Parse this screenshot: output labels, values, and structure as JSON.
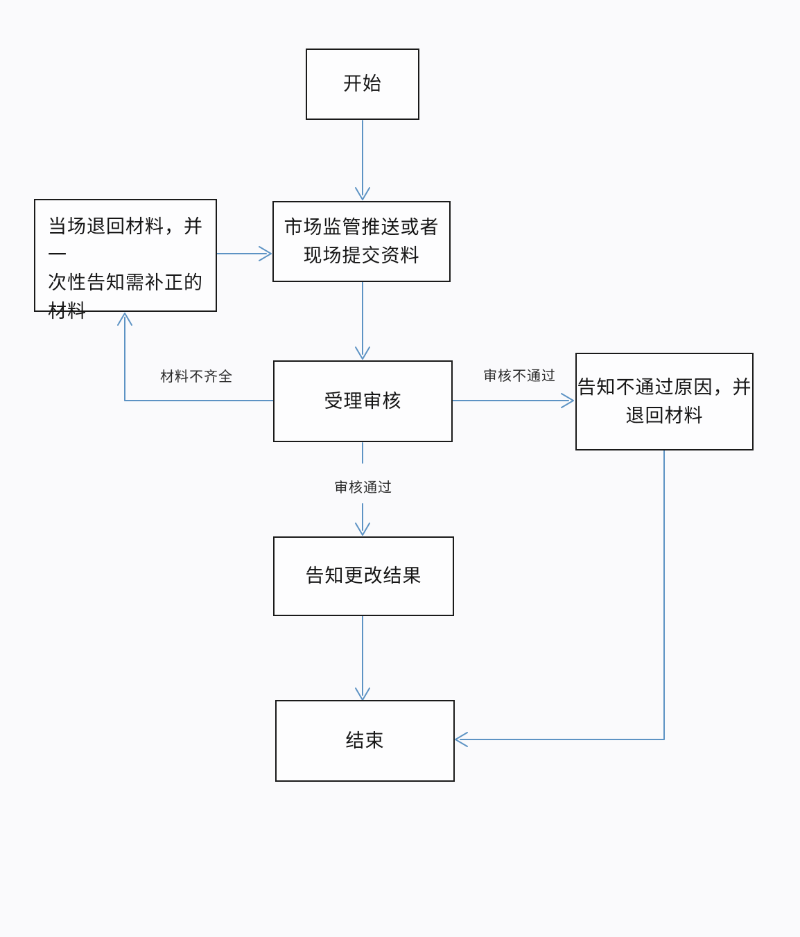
{
  "diagram": {
    "title": "change-registration-review-flowchart",
    "nodes": {
      "start": {
        "label": "开始"
      },
      "submit": {
        "label": "市场监管推送或者\n现场提交资料"
      },
      "return_materials": {
        "label": "当场退回材料，并一\n次性告知需补正的\n材料"
      },
      "review": {
        "label": "受理审核"
      },
      "reject_notice": {
        "label": "告知不通过原因，并\n退回材料"
      },
      "notify_result": {
        "label": "告知更改结果"
      },
      "end": {
        "label": "结束"
      }
    },
    "edges": [
      {
        "from": "start",
        "to": "submit",
        "label": ""
      },
      {
        "from": "return_materials",
        "to": "submit",
        "label": ""
      },
      {
        "from": "submit",
        "to": "review",
        "label": ""
      },
      {
        "from": "review",
        "to": "return_materials",
        "label": "材料不齐全"
      },
      {
        "from": "review",
        "to": "reject_notice",
        "label": "审核不通过"
      },
      {
        "from": "review",
        "to": "notify_result",
        "label": "审核通过"
      },
      {
        "from": "notify_result",
        "to": "end",
        "label": ""
      },
      {
        "from": "reject_notice",
        "to": "end",
        "label": ""
      }
    ],
    "colors": {
      "background": "#fafafc",
      "box_border": "#1a1a1a",
      "box_fill": "#fdfdfe",
      "text": "#161616",
      "arrow": "#5d93c4",
      "label_text": "#2b2b2b"
    }
  }
}
